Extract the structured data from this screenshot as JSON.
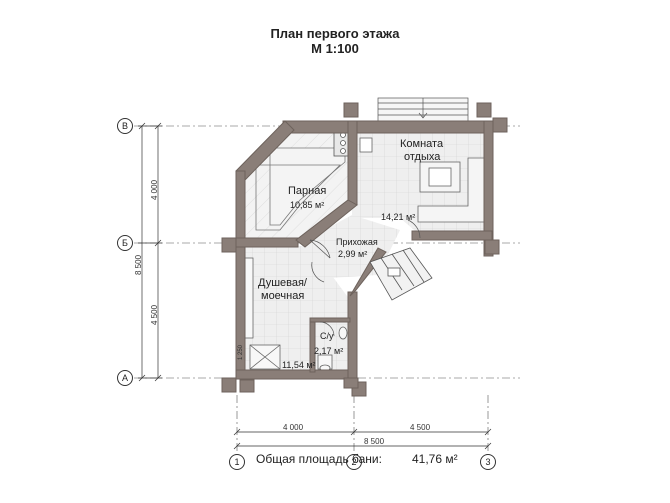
{
  "title": {
    "line1": "План первого этажа",
    "line2": "М 1:100"
  },
  "rooms": {
    "parnaya": {
      "name": "Парная",
      "area": "10,85 м²"
    },
    "komnata": {
      "name_l1": "Комната",
      "name_l2": "отдыха",
      "area": "14,21 м²"
    },
    "prihozhaya": {
      "name": "Прихожая",
      "area": "2,99 м²"
    },
    "dushevaya": {
      "name_l1": "Душевая/",
      "name_l2": "моечная",
      "area": "11,54 м²"
    },
    "su": {
      "name": "С/у",
      "area": "2,17 м²"
    }
  },
  "axes": {
    "rows": [
      "В",
      "Б",
      "А"
    ],
    "cols": [
      "1",
      "2",
      "3"
    ]
  },
  "dimensions": {
    "left_total": "8 500",
    "left_upper": "4 000",
    "left_lower": "4 500",
    "bottom_left": "4 000",
    "bottom_right": "4 500",
    "bottom_total": "8 500",
    "small_mark": "1 250"
  },
  "footer": {
    "label": "Общая площадь бани:",
    "value": "41,76 м²"
  },
  "colors": {
    "wall": "#8a7e78",
    "wall_dark": "#6d625c",
    "floor_tile": "#e6e6e6",
    "line": "#444444"
  }
}
